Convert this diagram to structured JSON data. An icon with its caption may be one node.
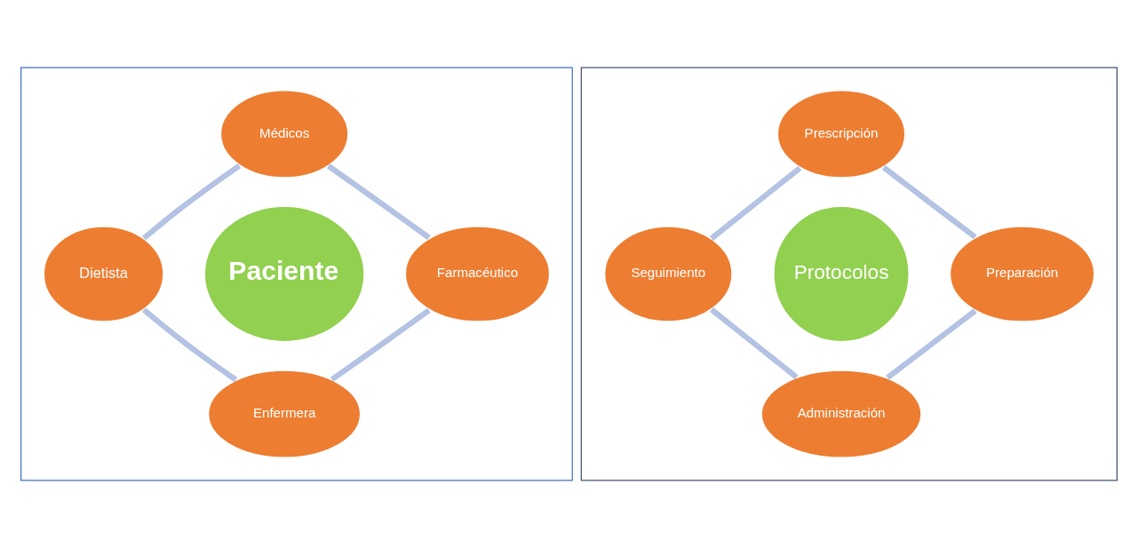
{
  "diagram": {
    "nodes": [
      {
        "text": [],
        "shape": "box"
      },
      {
        "text": [
          "Médicos"
        ],
        "in": 0
      },
      {
        "text": [
          "Dietista"
        ],
        "in": 0
      },
      {
        "text": [
          "Paciente"
        ],
        "in": 0
      },
      {
        "text": [
          "Farmacéutico"
        ],
        "in": 0
      },
      {
        "text": [
          "Enfermera"
        ],
        "in": 0
      },
      {
        "text": [],
        "shape": "box"
      },
      {
        "text": [
          "Prescripción"
        ],
        "in": 6
      },
      {
        "text": [
          "Seguimiento"
        ],
        "in": 6
      },
      {
        "text": [
          "Protocolos"
        ],
        "in": 6
      },
      {
        "text": [
          "Preparación"
        ],
        "in": 6
      },
      {
        "text": [
          "Administración"
        ],
        "in": 6
      }
    ],
    "edges": [
      {
        "from": 1,
        "to": 4,
        "arrow": "none"
      },
      {
        "from": 4,
        "to": 5,
        "arrow": "none"
      },
      {
        "from": 5,
        "to": 2,
        "arrow": "none"
      },
      {
        "from": 2,
        "to": 1,
        "arrow": "none"
      },
      {
        "from": 7,
        "to": 10,
        "arrow": "none"
      },
      {
        "from": 10,
        "to": 11,
        "arrow": "none"
      },
      {
        "from": 11,
        "to": 8,
        "arrow": "none"
      },
      {
        "from": 8,
        "to": 7,
        "arrow": "none"
      }
    ]
  }
}
